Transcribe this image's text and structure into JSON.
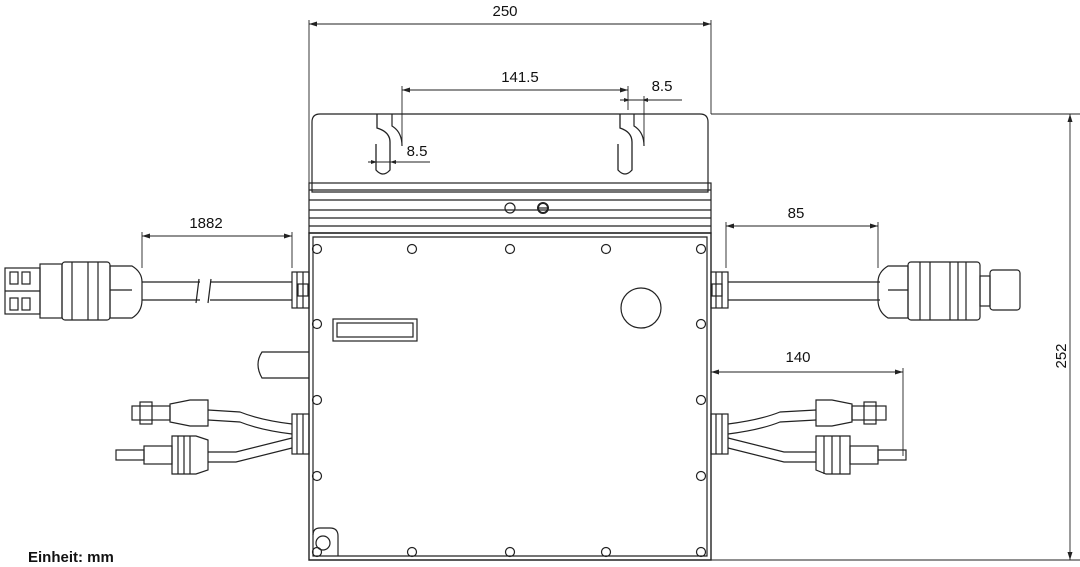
{
  "dimensions": {
    "width_overall": "250",
    "slot_spacing": "141.5",
    "slot_offset_right": "8.5",
    "slot_offset_left": "8.5",
    "height_overall": "252",
    "ac_cable_left": "1882",
    "ac_cable_right": "85",
    "dc_cable_right": "140"
  },
  "unit_label": "Einheit: mm",
  "colors": {
    "line": "#222222",
    "background": "#ffffff"
  }
}
